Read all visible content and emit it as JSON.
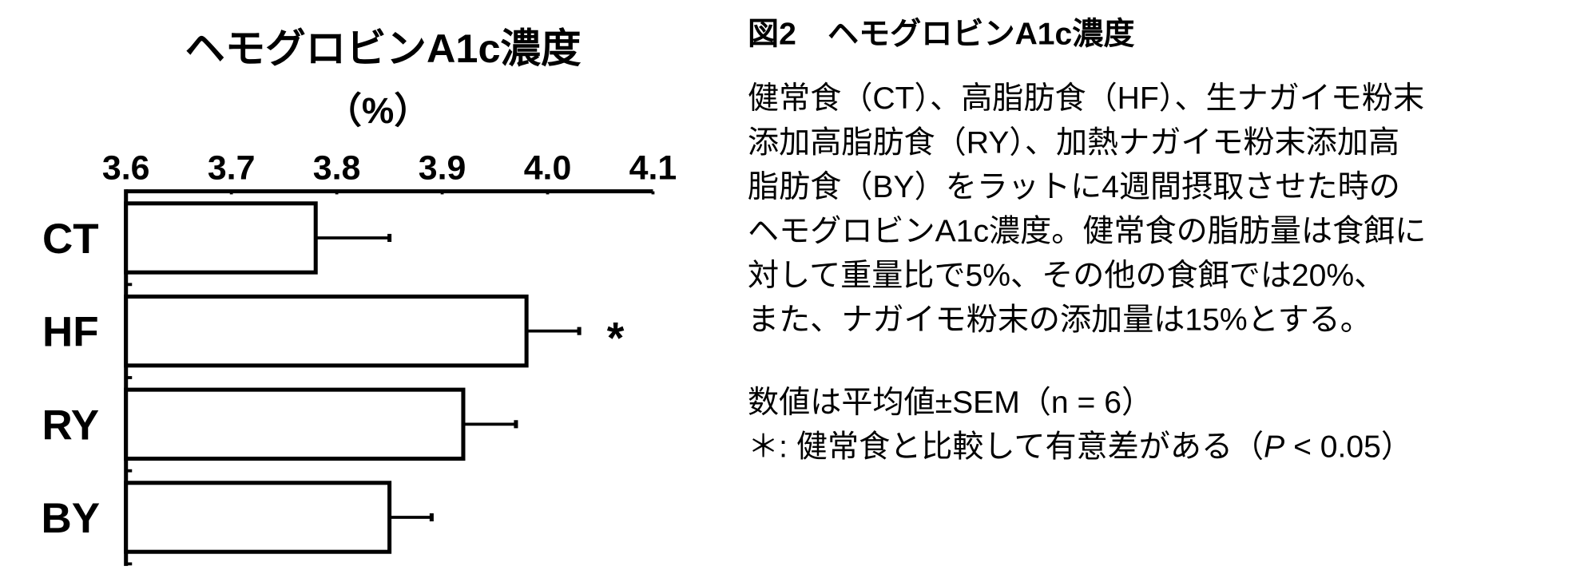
{
  "chart_data": {
    "type": "bar",
    "orientation": "horizontal",
    "title": "ヘモグロビンA1c濃度",
    "xlabel": "（%）",
    "ylabel": "",
    "categories": [
      "CT",
      "HF",
      "RY",
      "BY"
    ],
    "values": [
      3.78,
      3.98,
      3.92,
      3.85
    ],
    "errors": [
      0.07,
      0.05,
      0.05,
      0.04
    ],
    "xlim": [
      3.6,
      4.1
    ],
    "ticks": [
      "3.6",
      "3.7",
      "3.8",
      "3.9",
      "4.0",
      "4.1"
    ],
    "significance": [
      "",
      "*",
      "",
      ""
    ],
    "grid": false,
    "bar_color": "#ffffff",
    "edge_color": "#000000"
  },
  "caption": {
    "title": "図2　ヘモグロビンA1c濃度",
    "lines": [
      "健常食（CT）、高脂肪食（HF）、生ナガイモ粉末",
      "添加高脂肪食（RY）、加熱ナガイモ粉末添加高",
      "脂肪食（BY）をラットに4週間摂取させた時の",
      "ヘモグロビンA1c濃度。健常食の脂肪量は食餌に",
      "対して重量比で5%、その他の食餌では20%、",
      "また、ナガイモ粉末の添加量は15%とする。"
    ],
    "note1": "数値は平均値±SEM（n = 6）",
    "note2_prefix": "＊: 健常食と比較して有意差がある（",
    "note2_p": "P",
    "note2_suffix": " < 0.05）"
  }
}
